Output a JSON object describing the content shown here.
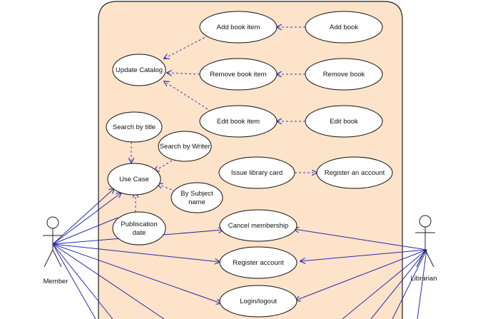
{
  "colors": {
    "system_fill": "#fde3c9",
    "system_stroke": "#222222",
    "association": "#2a2ab0",
    "dependency": "#3a3ad0",
    "ellipse_fill": "#ffffff",
    "ellipse_stroke": "#111111"
  },
  "actors": {
    "member": "Member",
    "librarian": "Librarian"
  },
  "use_cases": {
    "add_book_item": "Add book item",
    "add_book": "Add book",
    "update_catalog": "Update Catalog",
    "remove_book_item": "Remove book item",
    "remove_book": "Remove book",
    "edit_book_item": "Edit book item",
    "edit_book": "Edit book",
    "search_by_title": "Search by title",
    "search_by_writer": "Search by Writer",
    "use_case": "Use Case",
    "by_subject_name_line1": "By Subject",
    "by_subject_name_line2": "name",
    "issue_library_card": "Issue library card",
    "register_an_account": "Register an account",
    "publication_date_line1": "Publiscation",
    "publication_date_line2": "date",
    "cancel_membership": "Cancel membership",
    "register_account": "Register account",
    "login_logout": "Login/logout"
  }
}
